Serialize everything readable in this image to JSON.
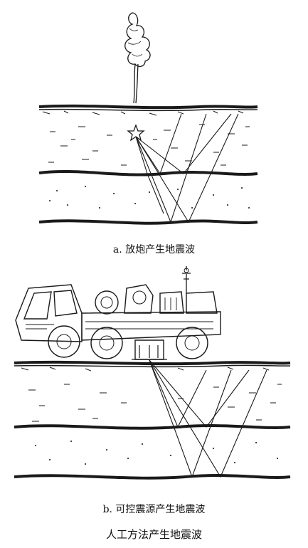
{
  "panel_a": {
    "caption": "a. 放炮产生地震波"
  },
  "panel_b": {
    "caption": "b. 可控震源产生地震波"
  },
  "figure": {
    "caption": "人工方法产生地震波"
  },
  "colors": {
    "ink": "#1a1a1a",
    "paper": "#ffffff"
  }
}
